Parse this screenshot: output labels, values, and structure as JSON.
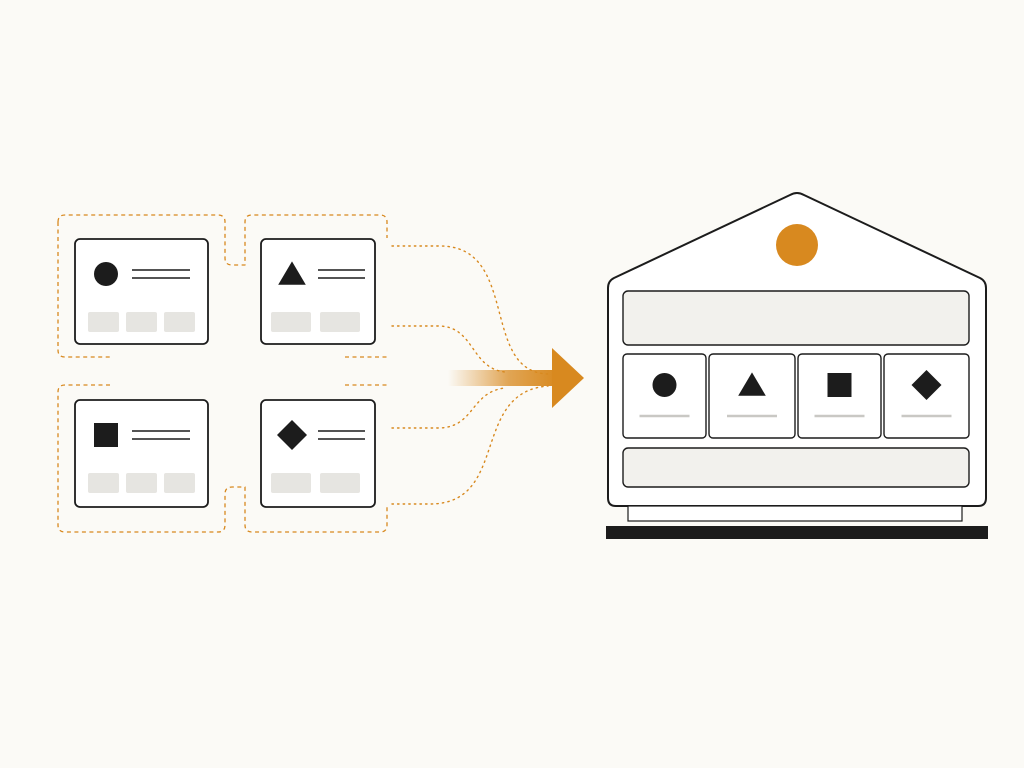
{
  "colors": {
    "background": "#fbfaf6",
    "ink": "#1c1c1c",
    "accent": "#d8891f",
    "panel_fill": "#ffffff",
    "bar_fill": "#f2f1ed",
    "placeholder": "#e6e5e1",
    "caption_line": "#c9c8c4"
  },
  "source_cards": [
    {
      "icon": "circle"
    },
    {
      "icon": "triangle"
    },
    {
      "icon": "square"
    },
    {
      "icon": "diamond"
    }
  ],
  "target_tiles": [
    {
      "icon": "circle"
    },
    {
      "icon": "triangle"
    },
    {
      "icon": "square"
    },
    {
      "icon": "diamond"
    }
  ],
  "roof_dot": "accent-dot",
  "arrow": "merge-arrow"
}
